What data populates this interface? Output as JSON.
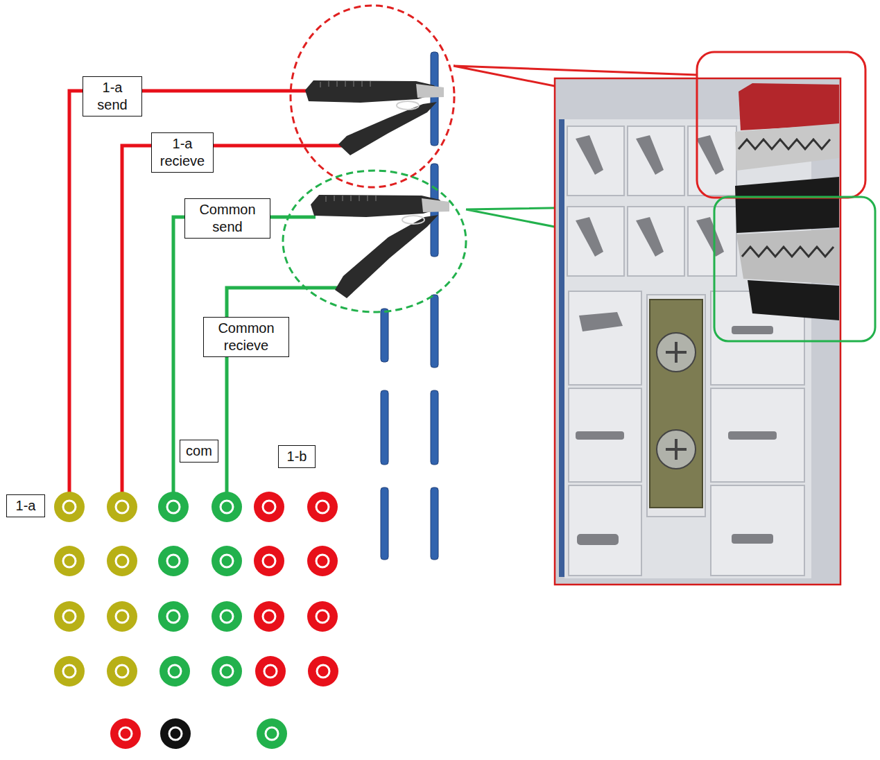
{
  "diagram": {
    "nodes": [
      {
        "text": [
          "1-a send"
        ]
      },
      {
        "text": [
          "1-a recieve"
        ]
      },
      {
        "text": [
          "Common send"
        ]
      },
      {
        "text": [
          "Common recieve"
        ]
      },
      {
        "text": [
          "com"
        ]
      },
      {
        "text": [
          "1-b"
        ]
      },
      {
        "text": [
          "1-a"
        ]
      }
    ]
  }
}
